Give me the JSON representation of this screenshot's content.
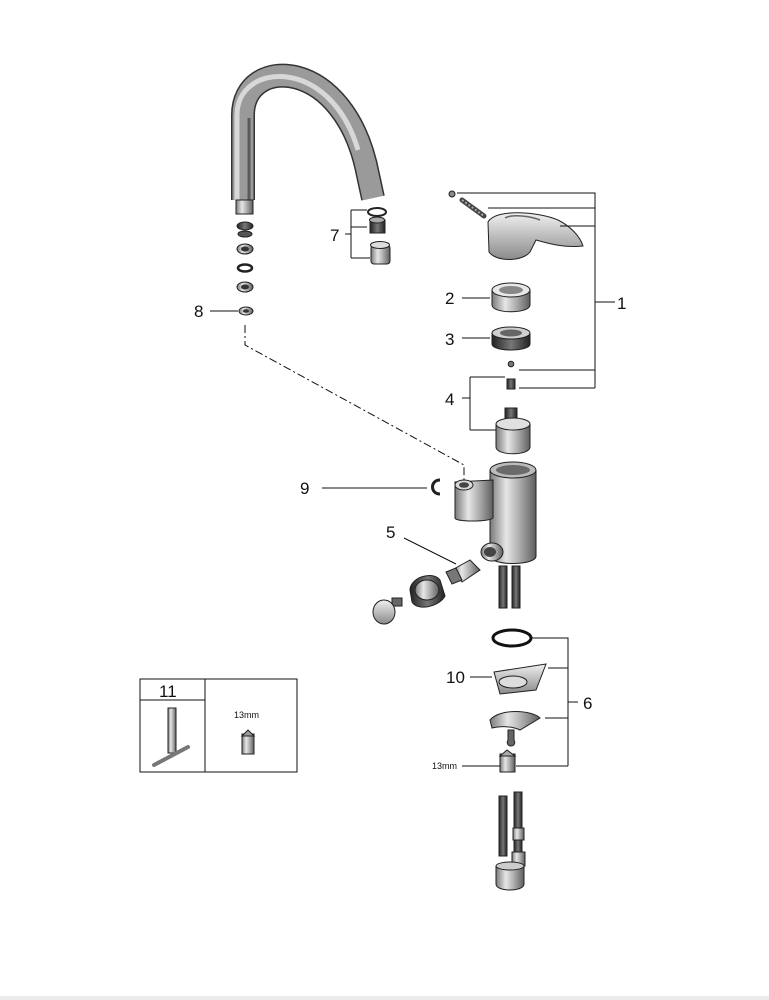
{
  "callouts": [
    {
      "id": "1",
      "label": "1"
    },
    {
      "id": "2",
      "label": "2"
    },
    {
      "id": "3",
      "label": "3"
    },
    {
      "id": "4",
      "label": "4"
    },
    {
      "id": "5",
      "label": "5"
    },
    {
      "id": "6",
      "label": "6"
    },
    {
      "id": "7",
      "label": "7"
    },
    {
      "id": "8",
      "label": "8"
    },
    {
      "id": "9",
      "label": "9"
    },
    {
      "id": "10",
      "label": "10"
    }
  ],
  "tool_box": {
    "label": "11",
    "wrench_size": "13mm"
  },
  "nut_size_label": "13mm"
}
